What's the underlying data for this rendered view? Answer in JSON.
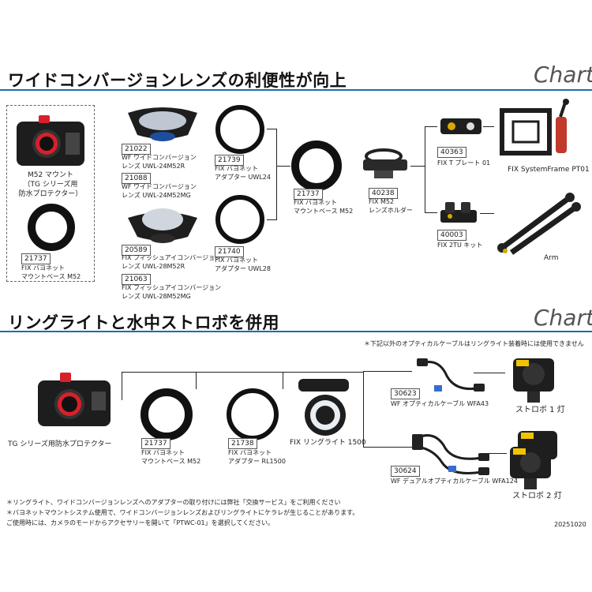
{
  "top": {
    "section_title": "ワイドコンバージョンレンズの利便性が向上",
    "chart_word": "Chart",
    "mount_box": {
      "caption": "M52 マウント\n（TG シリーズ用\n防水プロテクター）"
    },
    "items": {
      "ring_21737": {
        "code": "21737",
        "label": "FIX バヨネット\nマウントベース M52"
      },
      "lens_21022": {
        "code": "21022",
        "label": "WF ワイドコンバージョン\nレンズ UWL-24M52R"
      },
      "lens_21088": {
        "code": "21088",
        "label": "WF ワイドコンバージョン\nレンズ UWL-24M52MG"
      },
      "ad_21739": {
        "code": "21739",
        "label": "FIX バヨネット\nアダプター UWL24"
      },
      "lens_20589": {
        "code": "20589",
        "label": "FIX フィッシュアイコンバージョン\nレンズ UWL-28M52R"
      },
      "lens_21063": {
        "code": "21063",
        "label": "FIX フィッシュアイコンバージョン\nレンズ UWL-28M52MG"
      },
      "ad_21740": {
        "code": "21740",
        "label": "FIX バヨネット\nアダプター UWL28"
      },
      "mid_21737": {
        "code": "21737",
        "label": "FIX バヨネット\nマウントベース M52"
      },
      "holder_40238": {
        "code": "40238",
        "label": "FIX M52\nレンズホルダー"
      },
      "plate_40363": {
        "code": "40363",
        "label": "FIX T プレート 01"
      },
      "frame": {
        "label": "FIX SystemFrame PT01"
      },
      "kit_40003": {
        "code": "40003",
        "label": "FIX 2TU キット"
      },
      "arm": {
        "label": "Arm"
      }
    }
  },
  "bottom": {
    "section_title": "リングライトと水中ストロボを併用",
    "chart_word": "Chart",
    "note_top": "＊下記以外のオプティカルケーブルはリングライト装着時には使用できません",
    "items": {
      "protector": {
        "label": "TG シリーズ用防水プロテクター"
      },
      "ring_21737": {
        "code": "21737",
        "label": "FIX バヨネット\nマウントベース M52"
      },
      "ad_21738": {
        "code": "21738",
        "label": "FIX バヨネット\nアダプター RL1500"
      },
      "ringlight": {
        "label": "FIX リングライト 1500"
      },
      "cable_30623": {
        "code": "30623",
        "label": "WF オプティカルケーブル WFA43"
      },
      "strobe1": {
        "label": "ストロボ 1 灯"
      },
      "cable_30624": {
        "code": "30624",
        "label": "WF デュアルオプティカルケーブル WFA124"
      },
      "strobe2": {
        "label": "ストロボ 2 灯"
      }
    },
    "footnotes": [
      "＊リングライト、ワイドコンバージョンレンズへのアダプターの取り付けには弊社「交換サービス」をご利用ください",
      "＊バヨネットマウントシステム使用で、ワイドコンバージョンレンズおよびリングライトにケラレが生じることがあります。",
      "ご使用時には、カメラのモードからアクセサリーを開いて「PTWC-01」を選択してください。"
    ],
    "date_code": "20251020"
  },
  "colors": {
    "accent_line": "#1a6fa8",
    "title": "#111111",
    "camera_red": "#d8202a",
    "lens_blue": "#1c4e9c"
  }
}
